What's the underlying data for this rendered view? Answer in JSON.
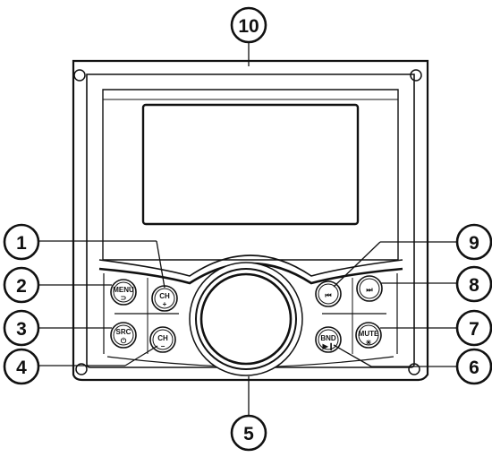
{
  "callouts": {
    "c1": "1",
    "c2": "2",
    "c3": "3",
    "c4": "4",
    "c5": "5",
    "c6": "6",
    "c7": "7",
    "c8": "8",
    "c9": "9",
    "c10": "10"
  },
  "buttons": {
    "ch_up": {
      "label": "CH",
      "sub": "+"
    },
    "menu": {
      "label": "MENU",
      "sub": "⊃"
    },
    "src": {
      "label": "SRC",
      "sub": "⏻"
    },
    "ch_down": {
      "label": "CH",
      "sub": "−"
    },
    "prev": {
      "icon": "⏮"
    },
    "next": {
      "icon": "⏭"
    },
    "bnd": {
      "label": "BND",
      "sub": "▶❙"
    },
    "mute": {
      "label": "MUTE",
      "sub": "☀"
    }
  }
}
